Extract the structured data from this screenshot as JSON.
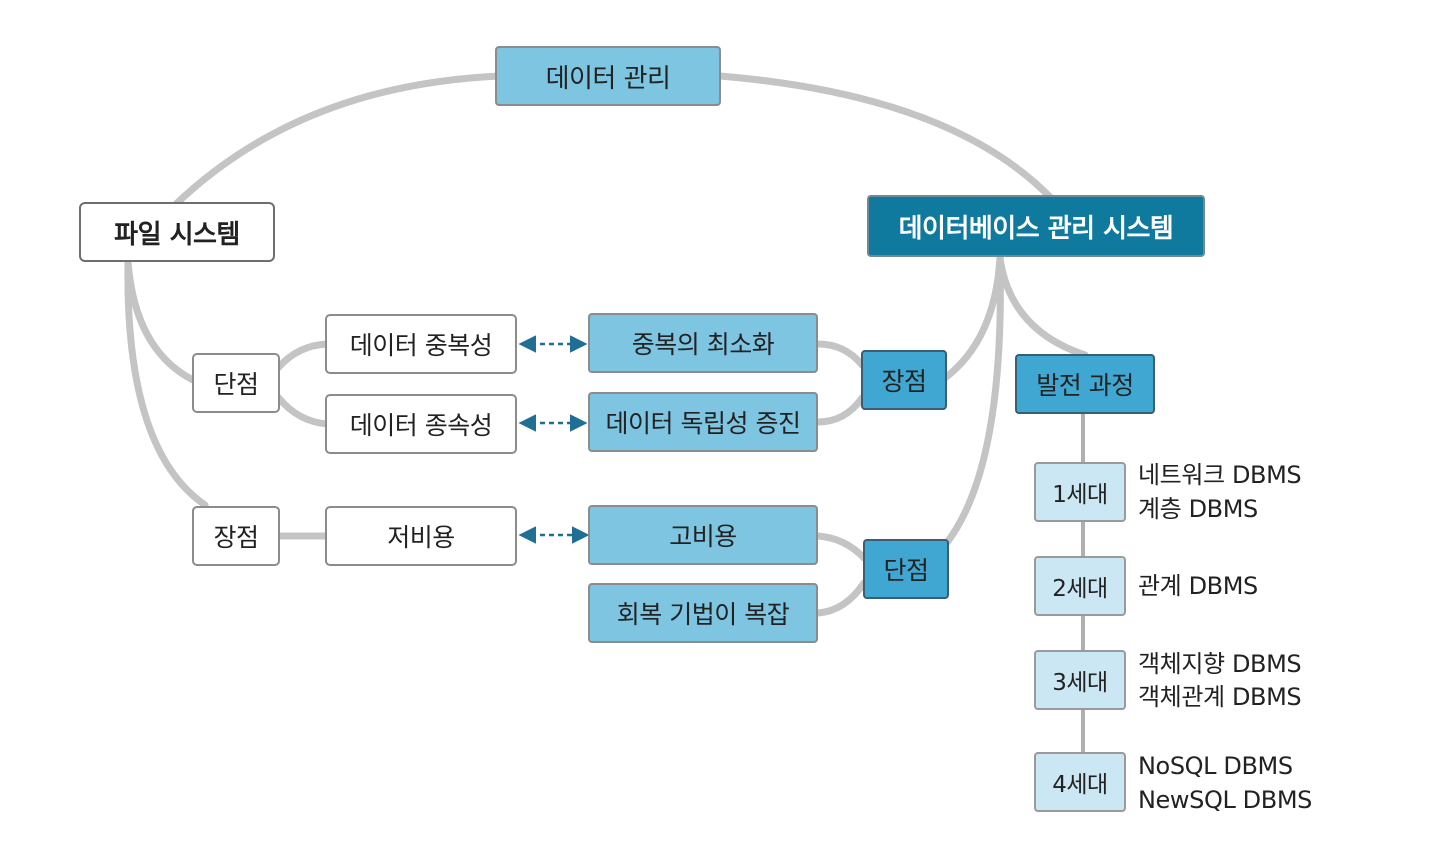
{
  "root": "데이터 관리",
  "file_system": {
    "title": "파일 시스템",
    "disadvantage_label": "단점",
    "disadvantages": [
      "데이터 중복성",
      "데이터 종속성"
    ],
    "advantage_label": "장점",
    "advantages": [
      "저비용"
    ]
  },
  "dbms": {
    "title": "데이터베이스 관리 시스템",
    "advantage_label": "장점",
    "advantages": [
      "중복의 최소화",
      "데이터 독립성 증진"
    ],
    "disadvantage_label": "단점",
    "disadvantages": [
      "고비용",
      "회복 기법이 복잡"
    ],
    "evolution_label": "발전 과정",
    "generations": [
      {
        "label": "1세대",
        "items": [
          "네트워크 DBMS",
          "계층 DBMS"
        ]
      },
      {
        "label": "2세대",
        "items": [
          "관계 DBMS"
        ]
      },
      {
        "label": "3세대",
        "items": [
          "객체지향 DBMS",
          "객체관계 DBMS"
        ]
      },
      {
        "label": "4세대",
        "items": [
          "NoSQL DBMS",
          "NewSQL DBMS"
        ]
      }
    ]
  },
  "colors": {
    "light_blue": "#7ec5e2",
    "mid_blue": "#3fa7d2",
    "dark_teal": "#0f7a9e",
    "pale_blue": "#cbe7f3",
    "connector_gray": "#c4c4c4",
    "arrow_blue": "#1f6f95"
  }
}
